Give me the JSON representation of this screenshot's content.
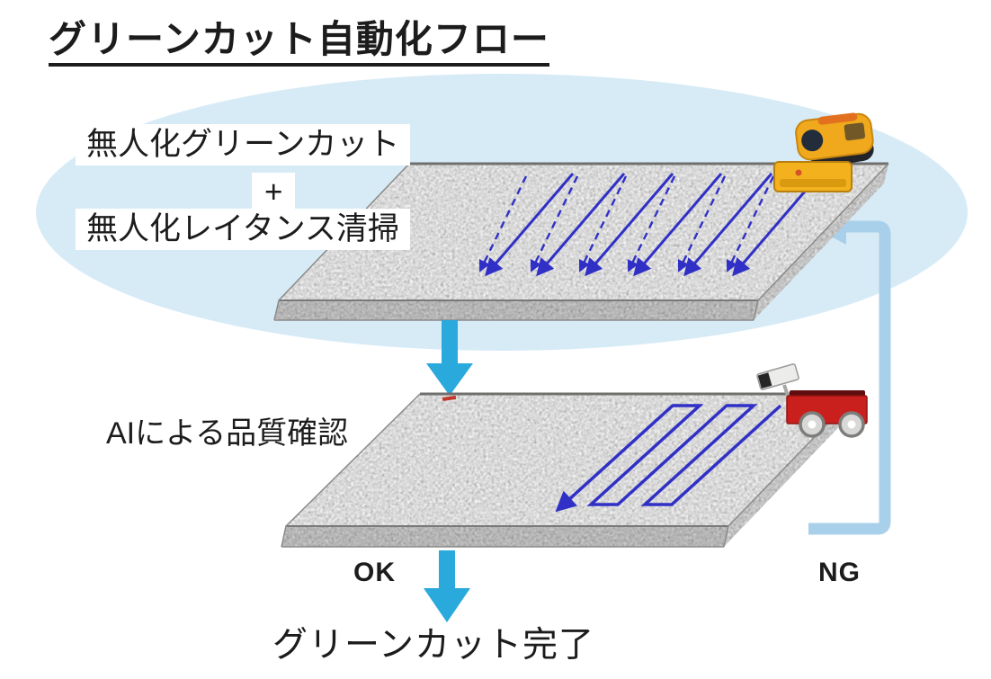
{
  "title": "グリーンカット自動化フロー",
  "stage1": {
    "line1": "無人化グリーンカット",
    "plus": "+",
    "line2": "無人化レイタンス清掃"
  },
  "inspection": {
    "label": "AIによる品質確認"
  },
  "decision": {
    "ok_label": "OK",
    "ng_label": "NG"
  },
  "result": {
    "label": "グリーンカット完了"
  },
  "icons": {
    "machine": "green-cut-machine",
    "camera": "surveillance-camera",
    "vehicle": "inspection-vehicle",
    "flow_arrows": "cyan-down-arrow",
    "ng_loop": "feedback-loop-arrow",
    "cut_paths": "blue-cut-path-arrows",
    "scan_path": "blue-serpentine-scan-path"
  },
  "colors": {
    "flow_arrow_cyan": "#29A9DC",
    "feedback_loop_blue": "#A9D0EA",
    "path_arrow_blue": "#3030C6",
    "ellipse_fill": "#D7EBF7",
    "text": "#1C1C1C"
  }
}
